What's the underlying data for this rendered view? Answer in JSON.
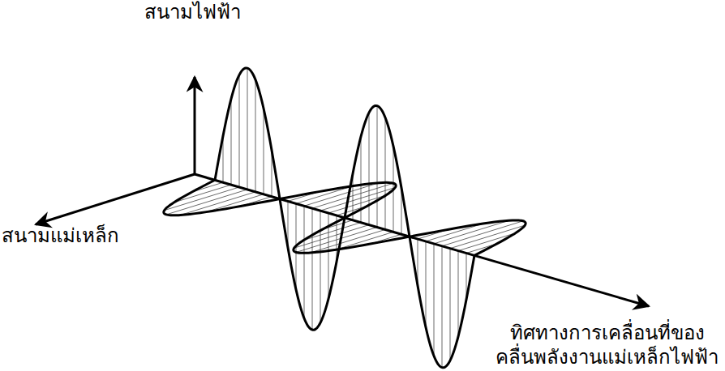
{
  "diagram": {
    "labels": [
      "สนามไฟฟ้า",
      "สนามแม่เหล็ก",
      "ทิศทางการเคลื่อนที่ของ คลื่นพลังงานแม่เหล็กไฟฟ้า"
    ]
  }
}
